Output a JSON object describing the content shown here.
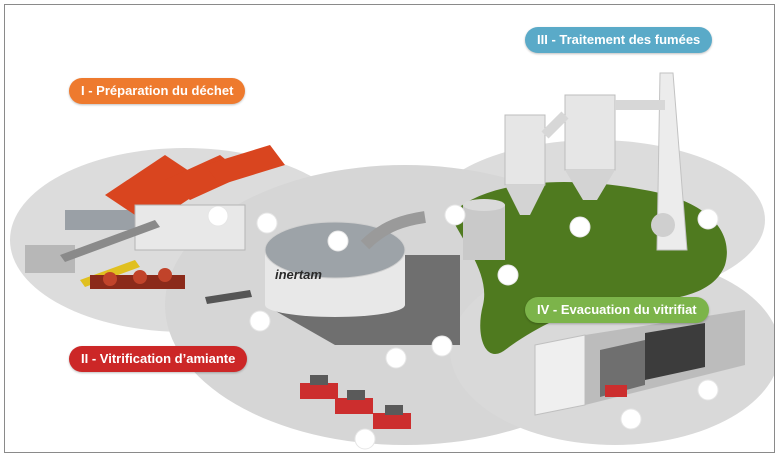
{
  "labels": {
    "stage1": "I - Préparation du déchet",
    "stage2": "II - Vitrification d’amiante",
    "stage3": "III - Traitement des fumées",
    "stage4": "IV - Evacuation du vitrifiat"
  },
  "brand": "inertam",
  "colors": {
    "stage1": "#ee7a2e",
    "stage2": "#cc2727",
    "stage3": "#5aaac8",
    "stage4": "#7cb44a",
    "ground": "#d9d9d9",
    "grass": "#4f7a1f"
  }
}
